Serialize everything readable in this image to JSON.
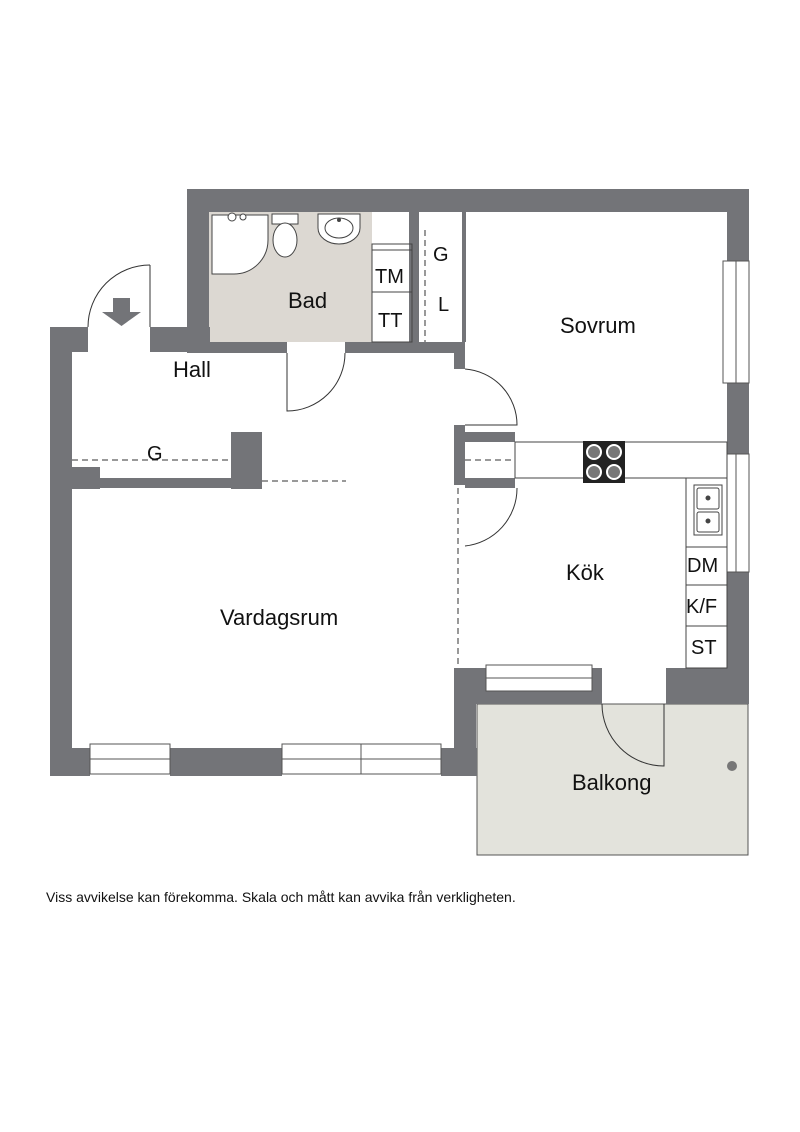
{
  "rooms": {
    "bad": "Bad",
    "sovrum": "Sovrum",
    "hall": "Hall",
    "vardagsrum": "Vardagsrum",
    "kok": "Kök",
    "balkong": "Balkong"
  },
  "fixtures": {
    "tm": "TM",
    "tt": "TT",
    "g_hall_closet": "G",
    "g_hallway": "G",
    "l": "L",
    "dm": "DM",
    "kf": "K/F",
    "st": "ST"
  },
  "disclaimer": "Viss avvikelse kan förekomma. Skala och mått kan avvika från verkligheten.",
  "colors": {
    "wall": "#737478",
    "bath_floor": "#dcd8d2",
    "balcony_floor": "#e3e3dc",
    "entrance_arrow": "#737478"
  }
}
